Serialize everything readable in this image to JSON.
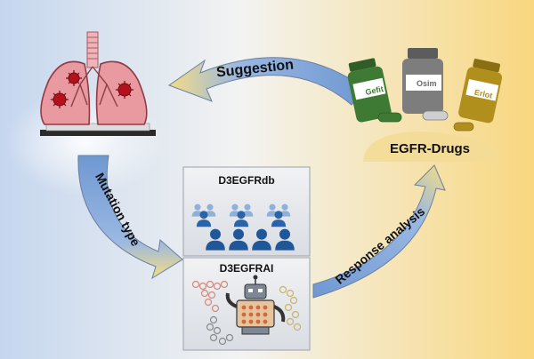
{
  "labels": {
    "suggestion": "Suggestion",
    "mutation_type": "Mutation type",
    "response_analysis": "Response analysis",
    "egfr_drugs": "EGFR-Drugs",
    "db": "D3EGFRdb",
    "ai": "D3EGFRAI"
  },
  "drugs": [
    {
      "label": "Gefit",
      "color": "#3f7a34"
    },
    {
      "label": "Osim",
      "color": "#7d7d7d"
    },
    {
      "label": "Erlot",
      "color": "#b08f1c"
    }
  ],
  "colors": {
    "background_left": "#c6d7ef",
    "background_right": "#f7da8a",
    "arrow_fill": "#7ea5d8",
    "arrow_tip": "#f4dc84",
    "lung": "#e79aa0",
    "virus": "#b3121d"
  }
}
